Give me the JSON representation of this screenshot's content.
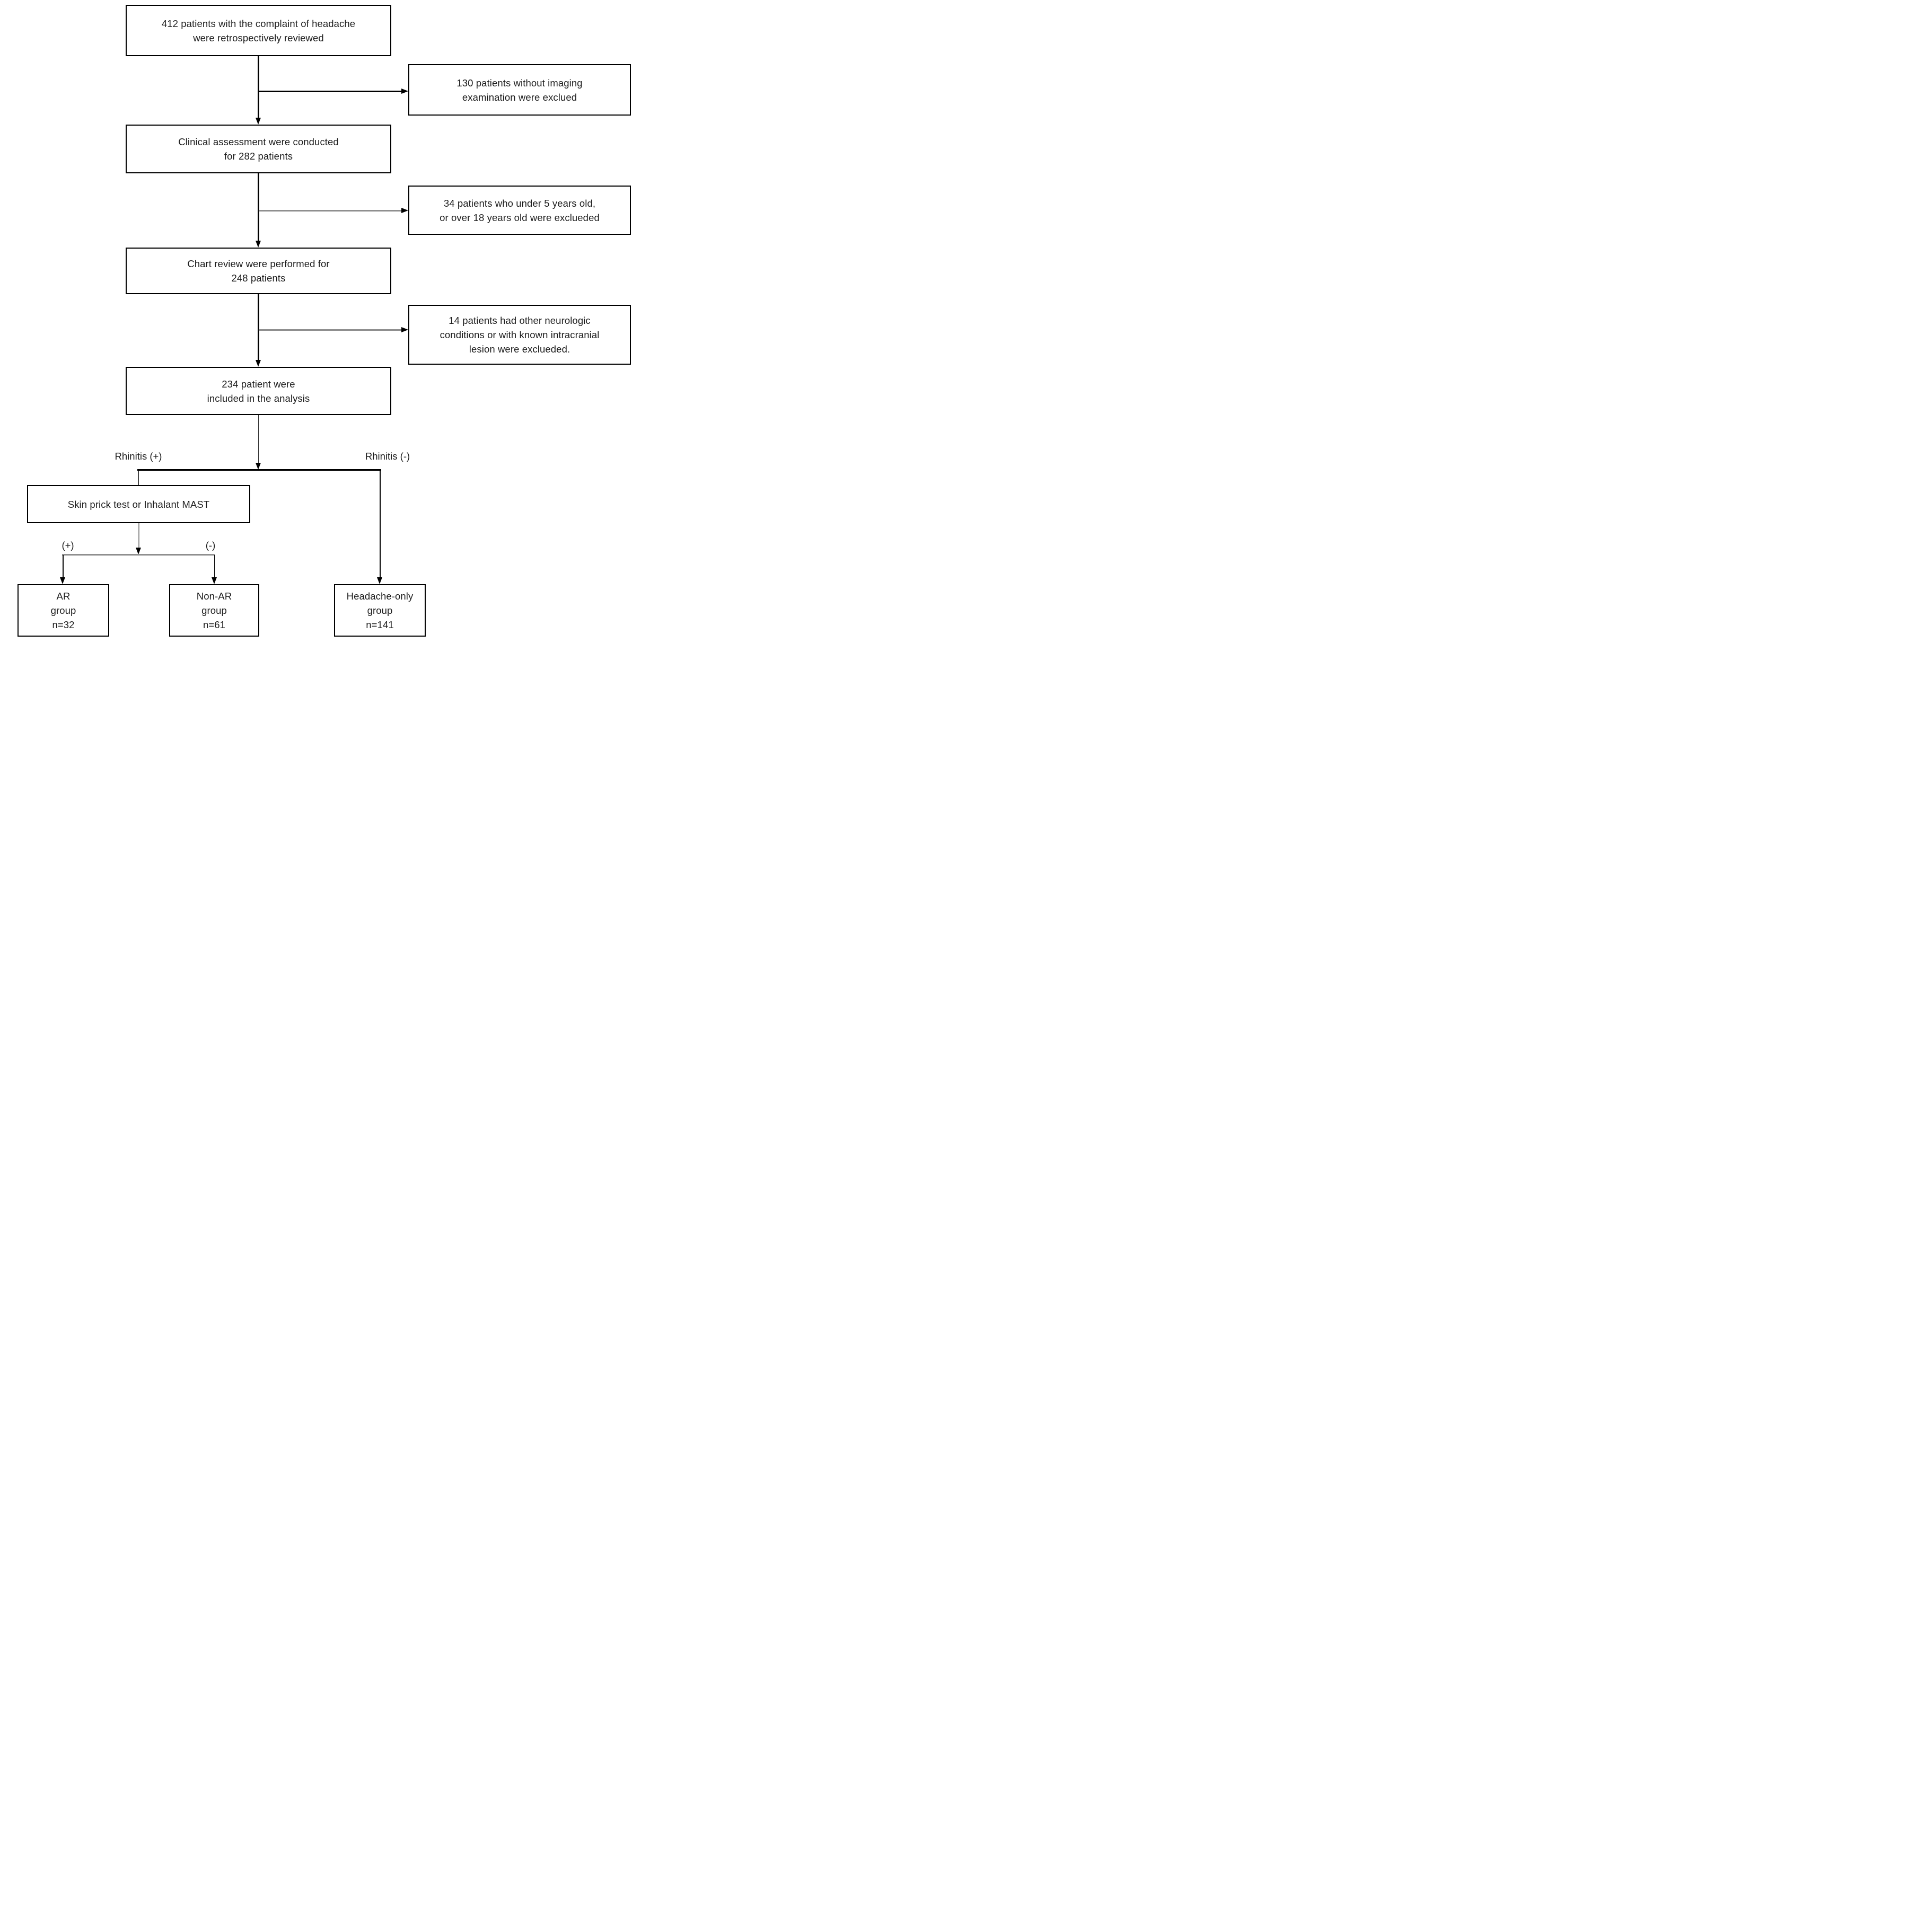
{
  "figure": {
    "type": "patient-flow-diagram",
    "colors": {
      "background": "#ffffff",
      "box_border": "#000000",
      "black_line": "#000000",
      "gray_line": "#8f8f8f",
      "text": "#1c1c1c"
    },
    "main_boxes": [
      {
        "lines": [
          "412 patients with the complaint of headache",
          "were retrospectively reviewed"
        ]
      },
      {
        "lines": [
          "Clinical assessment were conducted",
          "for 282 patients"
        ]
      },
      {
        "lines": [
          "Chart review were performed for",
          "248 patients"
        ]
      },
      {
        "lines": [
          "234 patient were",
          "included in the analysis"
        ]
      }
    ],
    "exclusion_boxes": [
      {
        "lines": [
          "130 patients without imaging",
          "examination were exclued"
        ]
      },
      {
        "lines": [
          "34 patients who under 5 years old,",
          "or over 18 years old were exclueded"
        ]
      },
      {
        "lines": [
          "14 patients had other neurologic",
          "conditions or with known intracranial",
          "lesion were exclueded."
        ]
      }
    ],
    "test_box": {
      "lines": [
        "Skin prick test or Inhalant MAST"
      ]
    },
    "branch_labels": {
      "rhinitis_pos": "Rhinitis (+)",
      "rhinitis_neg": "Rhinitis (-)",
      "test_pos": "(+)",
      "test_neg": "(-)"
    },
    "outcome_boxes": [
      {
        "lines": [
          "AR",
          "group",
          "n=32"
        ]
      },
      {
        "lines": [
          "Non-AR",
          "group",
          "n=61"
        ]
      },
      {
        "lines": [
          "Headache-only",
          "group",
          "n=141"
        ]
      }
    ]
  }
}
